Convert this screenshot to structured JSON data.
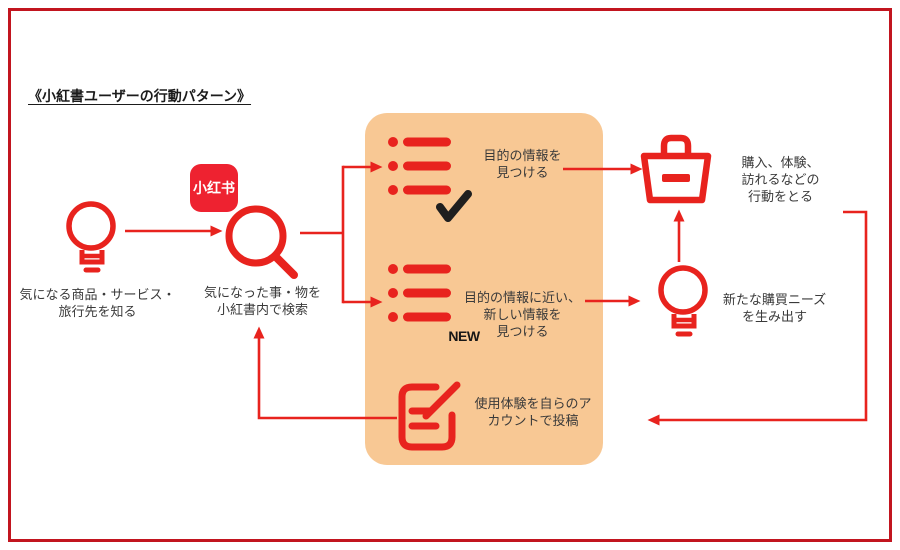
{
  "colors": {
    "accent_red": "#e8231e",
    "border_red": "#c2151f",
    "panel_orange": "#f8c894",
    "text_gray": "#3a3a3a",
    "mark_black": "#1f1f1f",
    "app_icon_red": "#ee2230"
  },
  "title": "《小紅書ユーザーの行動パターン》",
  "app_badge": "小红书",
  "nodes": {
    "discover": {
      "lines": [
        "気になる商品・サービス・",
        "旅行先を知る"
      ]
    },
    "search": {
      "lines": [
        "気になった事・物を",
        "小紅書内で検索"
      ]
    },
    "find_target": {
      "lines": [
        "目的の情報を",
        "見つける"
      ]
    },
    "find_new": {
      "lines": [
        "目的の情報に近い、",
        "新しい情報を",
        "見つける"
      ],
      "badge": "NEW"
    },
    "post": {
      "lines": [
        "使用体験を自らのア",
        "カウントで投稿"
      ]
    },
    "action": {
      "lines": [
        "購入、体験、",
        "訪れるなどの",
        "行動をとる"
      ]
    },
    "new_needs": {
      "lines": [
        "新たな購買ニーズ",
        "を生み出す"
      ]
    }
  }
}
